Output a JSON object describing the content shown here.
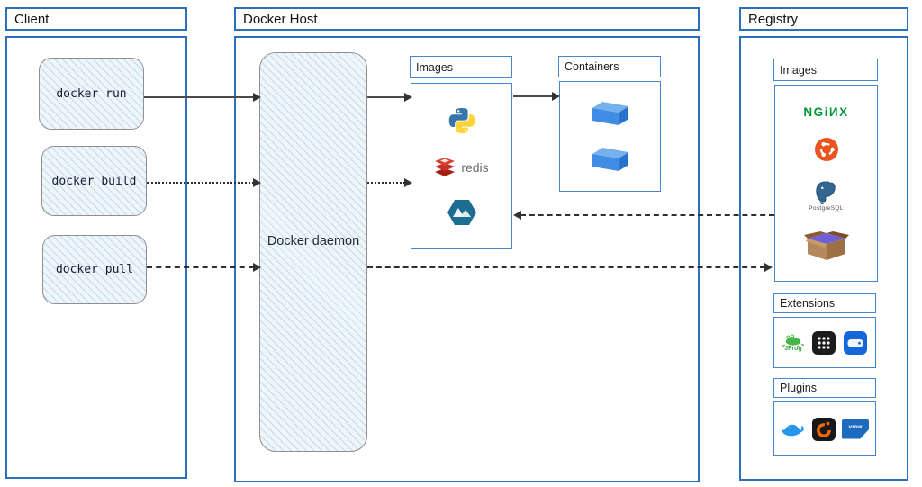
{
  "titles": {
    "client": "Client",
    "docker_host": "Docker Host",
    "registry": "Registry"
  },
  "client": {
    "commands": [
      {
        "id": "docker-run",
        "label": "docker run",
        "link_style": "solid"
      },
      {
        "id": "docker-build",
        "label": "docker build",
        "link_style": "dotted"
      },
      {
        "id": "docker-pull",
        "label": "docker pull",
        "link_style": "dashed"
      }
    ]
  },
  "docker_host": {
    "daemon_label": "Docker daemon",
    "images_label": "Images",
    "containers_label": "Containers",
    "image_items": [
      {
        "icon": "python-icon",
        "label": ""
      },
      {
        "icon": "redis-icon",
        "label": "redis"
      },
      {
        "icon": "alpine-icon",
        "label": ""
      }
    ],
    "container_count": 2
  },
  "registry": {
    "images_label": "Images",
    "extensions_label": "Extensions",
    "plugins_label": "Plugins",
    "nginx_wordmark": "NGiИX",
    "postgresql_label": "PostgreSQL",
    "jfrog_label": "JFrog",
    "vmware_label": "vmw",
    "image_icons": [
      "nginx-logo",
      "ubuntu-icon",
      "postgresql-icon",
      "busybox-icon"
    ],
    "extension_icons": [
      "jfrog-icon",
      "app-grid-icon",
      "disk-icon"
    ],
    "plugin_icons": [
      "docker-whale-icon",
      "grafana-icon",
      "vmware-icon"
    ]
  },
  "colors": {
    "border_blue": "#2e6fba",
    "inner_border_blue": "#4a86c8",
    "sketch_fill": "#eef5fb",
    "sketch_border": "#8f8f8f",
    "arrow": "#333333",
    "nginx_green": "#009639",
    "redis_red": "#c6302b",
    "ubuntu_orange": "#e95420",
    "alpine_teal": "#1d6d93",
    "container_blue": "#3f8de5",
    "python_blue": "#3776ab",
    "python_yellow": "#ffd43b",
    "postgres_blue": "#336791",
    "vmware_blue": "#1d6ac1",
    "grafana_orange": "#f46800",
    "docker_whale_blue": "#2496ed"
  }
}
